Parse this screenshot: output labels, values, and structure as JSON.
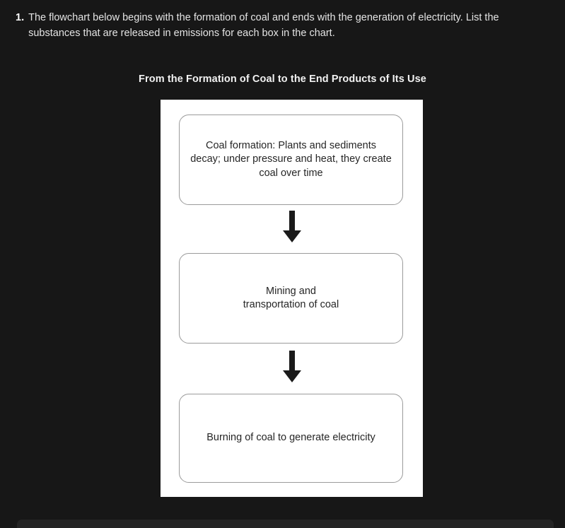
{
  "question": {
    "number": "1.",
    "text": "The flowchart below begins with the formation of coal and ends with the generation of electricity. List the substances that are released in emissions for each box in the chart."
  },
  "flowchart": {
    "title": "From the Formation of Coal to the End Products of Its Use",
    "boxes": [
      {
        "label": "Coal formation: Plants and sediments decay; under pressure and heat, they create coal over time"
      },
      {
        "label": "Mining and\ntransportation of coal"
      },
      {
        "label": "Burning of coal to generate electricity"
      }
    ],
    "arrows": [
      {
        "direction": "down"
      },
      {
        "direction": "down"
      }
    ]
  },
  "colors": {
    "page_background": "#171717",
    "panel_background": "#ffffff",
    "box_border": "#9b9b9b",
    "box_text": "#262626",
    "question_text": "#e4e4e4",
    "arrow": "#1a1a1a",
    "bottom_strip": "#242424"
  }
}
